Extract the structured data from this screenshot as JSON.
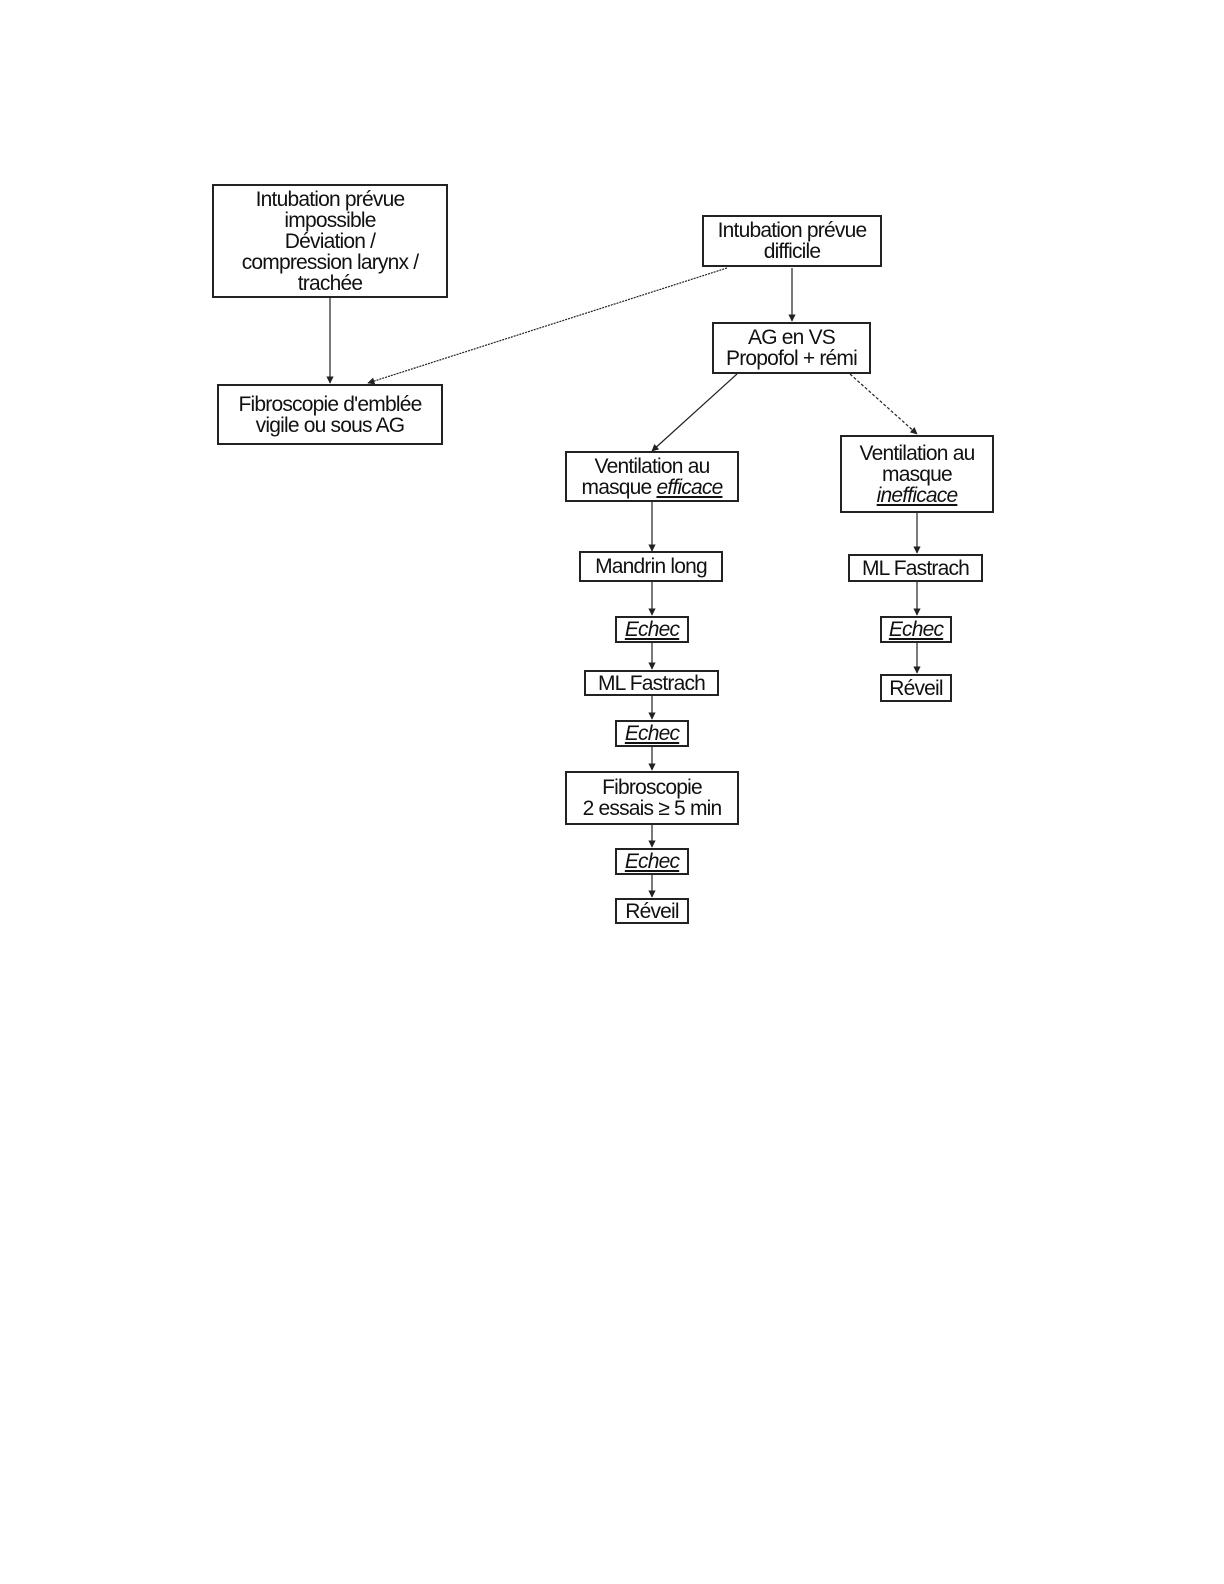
{
  "nodes": {
    "impossible": {
      "lines": [
        "Intubation prévue",
        "impossible",
        "Déviation /",
        "compression larynx /",
        "trachée"
      ]
    },
    "difficile": {
      "lines": [
        "Intubation prévue",
        "difficile"
      ]
    },
    "fibro_emblee": {
      "lines": [
        "Fibroscopie d'emblée",
        "vigile ou sous AG"
      ]
    },
    "ag_vs": {
      "lines": [
        "AG en VS",
        "Propofol + rémi"
      ]
    },
    "vent_efficace": {
      "line1": "Ventilation au",
      "line2_prefix": "masque ",
      "line2_emph": "efficace"
    },
    "vent_inefficace": {
      "line1": "Ventilation au",
      "line2": "masque",
      "line3_emph": "inefficace"
    },
    "mandrin": {
      "label": "Mandrin long"
    },
    "echec_1": {
      "label": "Echec"
    },
    "ml_fastrach_1": {
      "label": "ML Fastrach"
    },
    "echec_2": {
      "label": "Echec"
    },
    "fibroscopie": {
      "lines": [
        "Fibroscopie",
        "2 essais ≥ 5 min"
      ]
    },
    "echec_3": {
      "label": "Echec"
    },
    "reveil_1": {
      "label": "Réveil"
    },
    "ml_fastrach_2": {
      "label": "ML Fastrach"
    },
    "echec_4": {
      "label": "Echec"
    },
    "reveil_2": {
      "label": "Réveil"
    }
  },
  "colors": {
    "line": "#222222",
    "background": "#ffffff"
  }
}
